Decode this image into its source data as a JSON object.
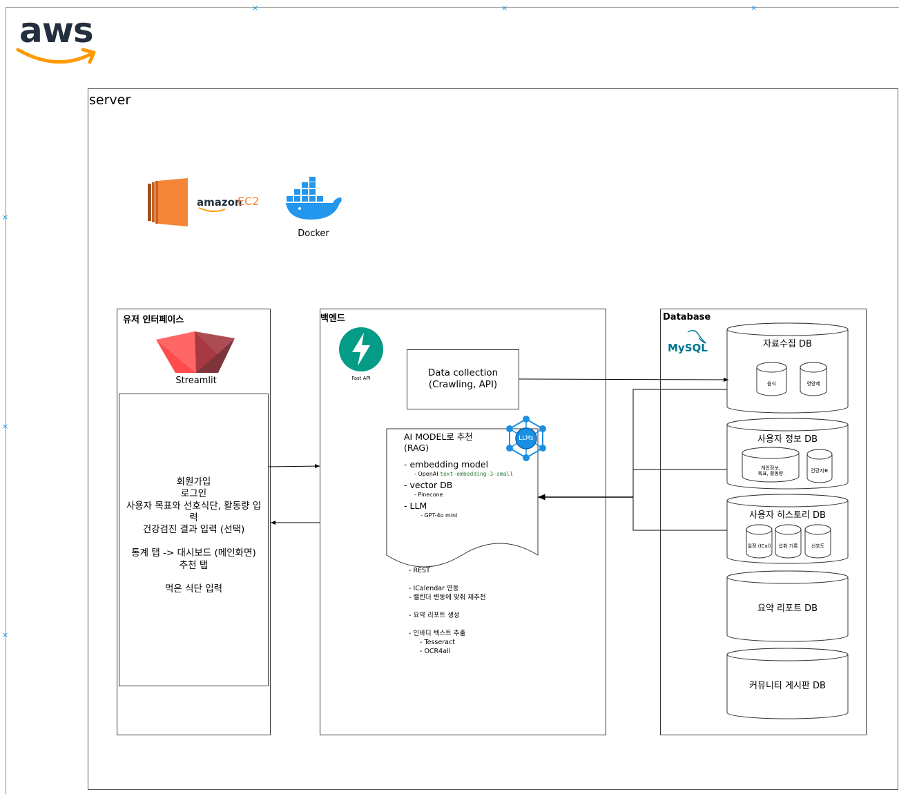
{
  "aws": {
    "logo_text": "aws",
    "outer_label": ""
  },
  "server": {
    "label": "server"
  },
  "infra": {
    "ec2_brand": "amazon",
    "ec2_product": "EC2",
    "docker_label": "Docker"
  },
  "ui_panel": {
    "title": "유저 인터페이스",
    "streamlit_label": "Streamlit",
    "features": [
      "회원가입",
      "로그인",
      "사용자 목표와 선호식단, 활동량 입",
      "력",
      "건강검진 결과 입력 (선택)",
      "",
      "통계 탭 -> 대시보드 (메인화면)",
      "추천 탭",
      "",
      "먹은 식단 입력"
    ]
  },
  "backend": {
    "title": "백엔드",
    "fastapi_label": "Fast API",
    "data_collection": {
      "line1": "Data collection",
      "line2": "(Crawling, API)"
    },
    "ai_doc": {
      "title1": "AI MODEL로 추천",
      "title2": "(RAG)",
      "embedding": "- embedding model",
      "embedding_sub_prefix": "- OpenAI ",
      "embedding_sub_code": "text-embedding-3-small",
      "vector": "- vector DB",
      "vector_sub": "- Pinecone",
      "llm": "- LLM",
      "llm_sub": "- GPT-4o mini",
      "llm_badge": "LLMs"
    },
    "extras": [
      "- REST",
      "- ICalendar 연동",
      "- 캘린더 변동에 맞춰 재추천",
      "- 요약 리포트 생성",
      "- 인바디 텍스트 추출",
      "- Tesseract",
      "- OCR4all"
    ]
  },
  "database": {
    "title": "Database",
    "mysql_label": "MySQL",
    "dbs": [
      {
        "name": "자료수집 DB",
        "subs": [
          "음식",
          "영양제"
        ]
      },
      {
        "name": "사용자 정보 DB",
        "subs": [
          "개인정보,",
          "목표, 활동량",
          "건강지표"
        ]
      },
      {
        "name": "사용자 히스토리 DB",
        "subs": [
          "일정 (ICal)",
          "섭취 기록",
          "선호도"
        ]
      },
      {
        "name": "요약 리포트 DB",
        "subs": []
      },
      {
        "name": "커뮤니티 게시판 DB",
        "subs": []
      }
    ]
  },
  "colors": {
    "aws_orange": "#FF9900",
    "aws_navy": "#232F3E",
    "ec2_orange": "#F58536",
    "docker_blue": "#2396ED",
    "fastapi_teal": "#059C87",
    "streamlit_red": "#FF4B4B",
    "llm_blue": "#1A8FE3",
    "mysql_blue": "#00758F",
    "mysql_orange": "#F29111",
    "code_green": "#2E7D32"
  }
}
